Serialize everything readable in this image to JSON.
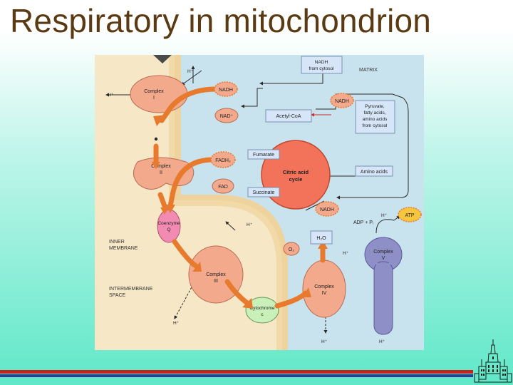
{
  "title": "Respiratory in mitochondrion",
  "colors": {
    "title": "#5a3a12",
    "matrix": "#c9e3ee",
    "membrane": "#f2d9a8",
    "complex": "#f2a98c",
    "arrow": "#e87a2e",
    "label_box": "#d6e6f8",
    "cycle": "#f2735a",
    "atp_synthase": "#8f8fc8",
    "rule_red": "#c0241e",
    "rule_blue": "#2b3c9a"
  },
  "regions": {
    "matrix": "MATRIX",
    "inner_membrane": [
      "INNER",
      "MEMBRANE"
    ],
    "intermembrane_space": [
      "INTERMEMBRANE",
      "SPACE"
    ]
  },
  "complexes": {
    "complex_1": [
      "Complex",
      "I"
    ],
    "complex_2": [
      "Complex",
      "II"
    ],
    "coenzyme_q": [
      "Coenzyme",
      "Q"
    ],
    "complex_3": [
      "Complex",
      "III"
    ],
    "cytochrome_c": [
      "Cytochrome",
      "c"
    ],
    "complex_4": [
      "Complex",
      "IV"
    ],
    "complex_5": [
      "Complex",
      "V"
    ]
  },
  "molecules": {
    "nadh": "NADH",
    "nad_plus": "NAD⁺",
    "fadh2": "FADH₂",
    "fad": "FAD",
    "atp": "ATP",
    "adp_pi": "ADP + Pᵢ",
    "o2": "O₂",
    "h2o": "H₂O",
    "h_plus": "H⁺"
  },
  "boxes": {
    "nadh_cytosol": [
      "NADH",
      "from cytosol"
    ],
    "pyruvate": [
      "Pyruvate,",
      "fatty acids,",
      "amino acids",
      "from cytosol"
    ],
    "acetyl_coa": "Acetyl-CoA",
    "fumarate": "Fumarate",
    "succinate": "Succinate",
    "amino_acids": "Amino acids",
    "citric_acid_cycle": [
      "Citric acid",
      "cycle"
    ]
  },
  "icons": [
    "building-logo-icon"
  ]
}
